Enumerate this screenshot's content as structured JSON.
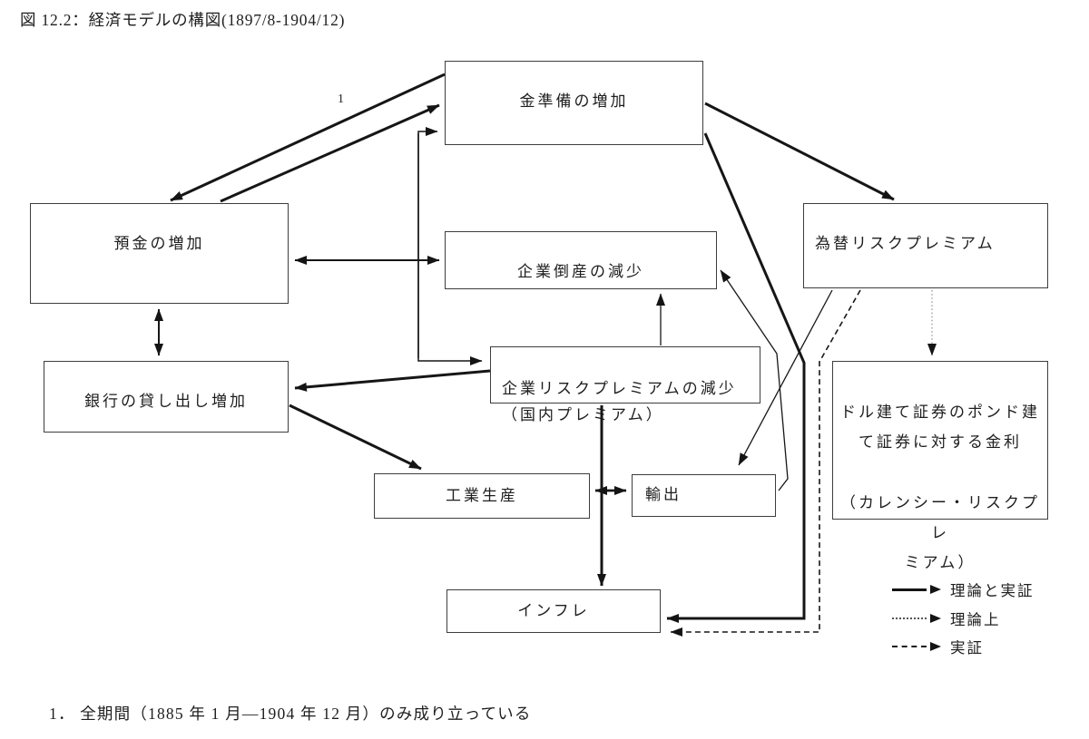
{
  "title": "図 12.2：経済モデルの構図(1897/8-1904/12)",
  "footnote": "1． 全期間（1885 年 1 月―1904 年 12 月）のみ成り立っている",
  "diagram": {
    "annotation_1": "1",
    "boxes": {
      "gold_reserve": {
        "label": "金準備の増加"
      },
      "deposits": {
        "label": "預金の増加"
      },
      "fx_risk": {
        "label": "為替リスクプレミアム"
      },
      "bankruptcy": {
        "label": "企業倒産の減少"
      },
      "corp_risk": {
        "label": "企業リスクプレミアムの減少\n（国内プレミアム）"
      },
      "bank_lending": {
        "label": "銀行の貸し出し増加"
      },
      "dollar_bond": {
        "label": "ドル建て証券のポンド建\nて証券に対する金利\n\n（カレンシー・リスクプレ\nミアム）"
      },
      "industrial": {
        "label": "工業生産"
      },
      "exports": {
        "label": "輸出"
      },
      "inflation": {
        "label": "インフレ"
      }
    }
  },
  "legend": {
    "items": [
      {
        "style": "solid-thick",
        "label": "理論と実証"
      },
      {
        "style": "dotted",
        "label": "理論上"
      },
      {
        "style": "dashed",
        "label": "実証"
      }
    ]
  },
  "colors": {
    "line": "#161616",
    "dotted_line": "#999999",
    "box_border": "#3d3d3d",
    "background": "#ffffff"
  }
}
